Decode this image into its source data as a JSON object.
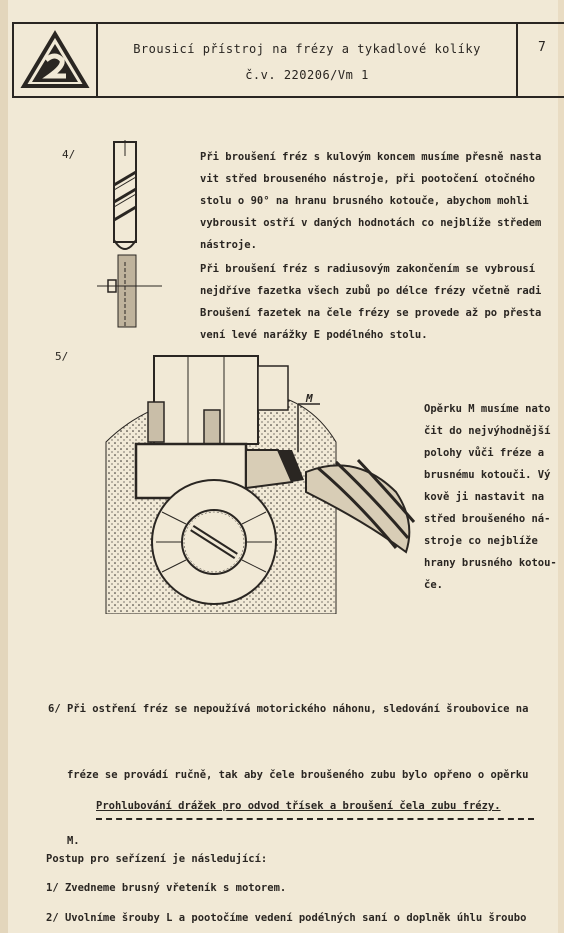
{
  "header": {
    "title": "Brousicí přístroj na frézy a tykadlové kolíky",
    "subtitle": "č.v. 220206/Vm 1",
    "page_number": "7"
  },
  "section4": {
    "number": "4/",
    "para1": [
      "Při broušení fréz s kulovým koncem musíme přesně nasta",
      "vit střed brouseného nástroje, při pootočení otočného",
      "stolu o 90° na hranu brusného kotouče, abychom mohli",
      "vybrousit ostří v daných hodnotách co nejblíže středem",
      "nástroje."
    ],
    "para2": [
      "Při broušení fréz s radiusovým zakončením se vybrousí",
      "nejdříve fazetka všech zubů po délce frézy včetně radi",
      "Broušení fazetek na čele frézy se provede až po přesta",
      "vení levé narážky E podélného stolu."
    ]
  },
  "section5": {
    "number": "5/",
    "label_m": "M",
    "caption": [
      "Opěrku M musíme nato",
      "čit do nejvýhodnější",
      "polohy vůči fréze a",
      "brusnému kotouči. Vý",
      "kově ji nastavit na",
      "střed broušeného ná-",
      "stroje co nejblíže",
      "hrany brusného kotou-",
      "če."
    ]
  },
  "section6": {
    "lines": [
      "6/ Při ostření fréz se nepoužívá motorického náhonu, sledování šroubovice na",
      "   fréze se provádí ručně, tak aby čele broušeného zubu bylo opřeno o opěrku",
      "   M."
    ]
  },
  "heading": "Prohlubování drážek pro odvod třísek a broušení čela zubu frézy.",
  "procedure": {
    "intro": "Postup pro seřízení je následující:",
    "step1": "1/ Zvedneme brusný vřeteník s motorem.",
    "step2": "2/ Uvolníme šrouby L a pootočíme vedení podélných saní o doplněk úhlu šroubo"
  }
}
